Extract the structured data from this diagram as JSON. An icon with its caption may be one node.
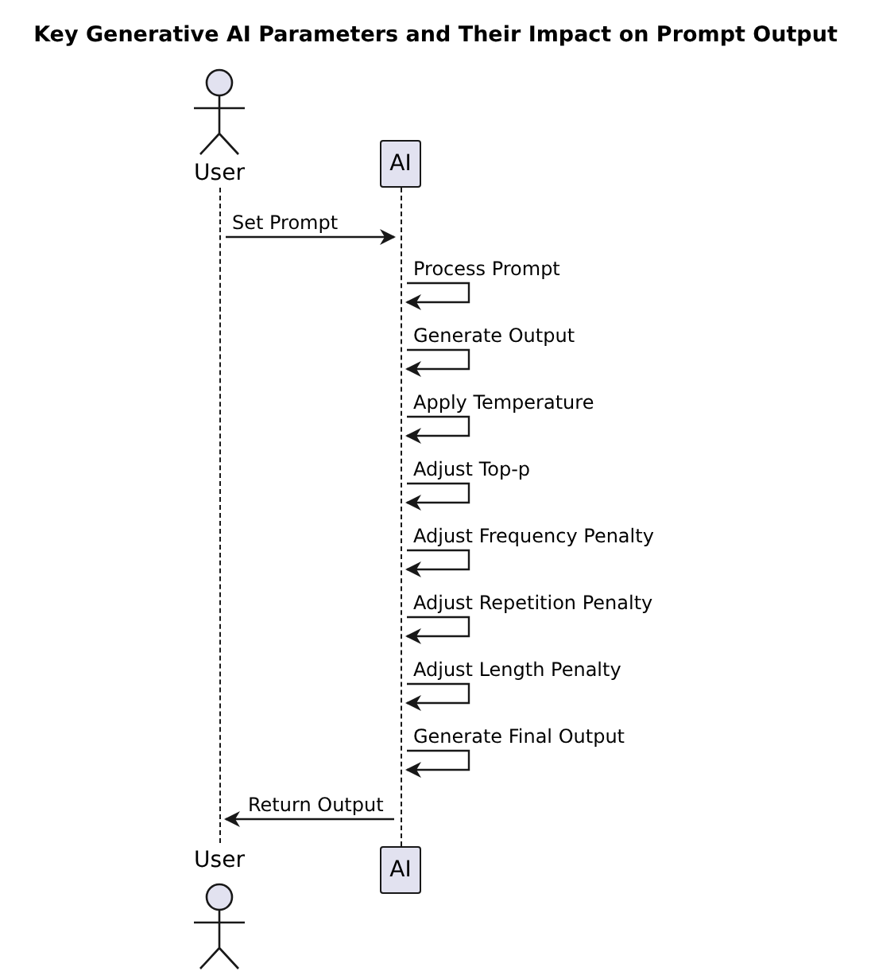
{
  "diagram": {
    "title": "Key Generative AI Parameters and Their Impact on Prompt Output",
    "nodes": [
      {
        "text": [
          "User"
        ]
      },
      {
        "text": [
          "AI"
        ]
      },
      {
        "text": [
          "User"
        ]
      },
      {
        "text": [
          "AI"
        ]
      },
      {
        "text": [],
        "shape": "line"
      },
      {
        "text": [],
        "shape": "line"
      }
    ],
    "edges": [
      {
        "from": 4,
        "to": 5,
        "arrow": "to",
        "label": "Set Prompt"
      },
      {
        "from": 5,
        "to": 5,
        "arrow": "to",
        "label": "Process Prompt"
      },
      {
        "from": 5,
        "to": 5,
        "arrow": "to",
        "label": "Generate Output"
      },
      {
        "from": 5,
        "to": 5,
        "arrow": "to",
        "label": "Apply Temperature"
      },
      {
        "from": 5,
        "to": 5,
        "arrow": "to",
        "label": "Adjust Top-p"
      },
      {
        "from": 5,
        "to": 5,
        "arrow": "to",
        "label": "Adjust Frequency Penalty"
      },
      {
        "from": 5,
        "to": 5,
        "arrow": "to",
        "label": "Adjust Repetition Penalty"
      },
      {
        "from": 5,
        "to": 5,
        "arrow": "to",
        "label": "Adjust Length Penalty"
      },
      {
        "from": 5,
        "to": 5,
        "arrow": "to",
        "label": "Generate Final Output"
      },
      {
        "from": 5,
        "to": 4,
        "arrow": "to",
        "label": "Return Output"
      }
    ]
  }
}
